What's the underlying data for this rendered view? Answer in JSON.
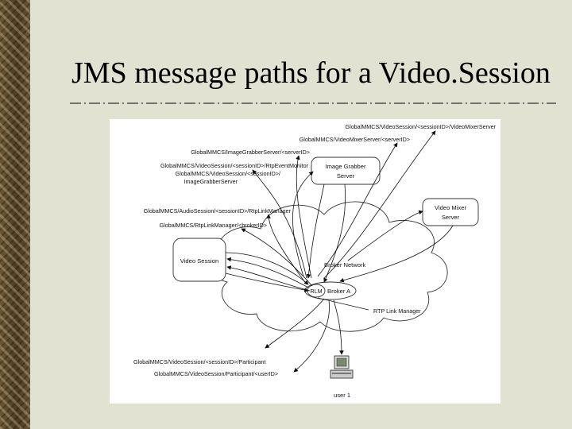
{
  "slide": {
    "title": "JMS message paths for a Video.Session"
  },
  "diagram": {
    "nodes": {
      "video_session": "Video Session",
      "image_grabber_line1": "Image Grabber",
      "image_grabber_line2": "Server",
      "video_mixer_line1": "Video Mixer",
      "video_mixer_line2": "Server",
      "broker_network": "Broker Network",
      "rlm": "RLM",
      "broker": "Broker A",
      "rtp_link_manager": "RTP Link Manager",
      "user": "user 1"
    },
    "topics": {
      "t1": "GlobalMMCS/VideoSession/<sessionID>/VideoMixerServer",
      "t2": "GlobalMMCS/VideoMixerServer/<serverID>",
      "t3": "GlobalMMCS/ImageGrabberServer/<serverID>",
      "t4": "GlobalMMCS/VideoSession/<sessionID>/RtpEventMonitor",
      "t5a": "GlobalMMCS/VideoSession/<sessionID>/",
      "t5b": "ImageGrabberServer",
      "t6": "GlobalMMCS/AudioSession/<sessionID>/RtpLinkManager",
      "t7": "GlobalMMCS/RtpLinkManager/<brokerID>",
      "t8": "GlobalMMCS/VideoSession/<sessionID>/Participant",
      "t9": "GlobalMMCS/VideoSession/Participant/<userID>"
    }
  }
}
